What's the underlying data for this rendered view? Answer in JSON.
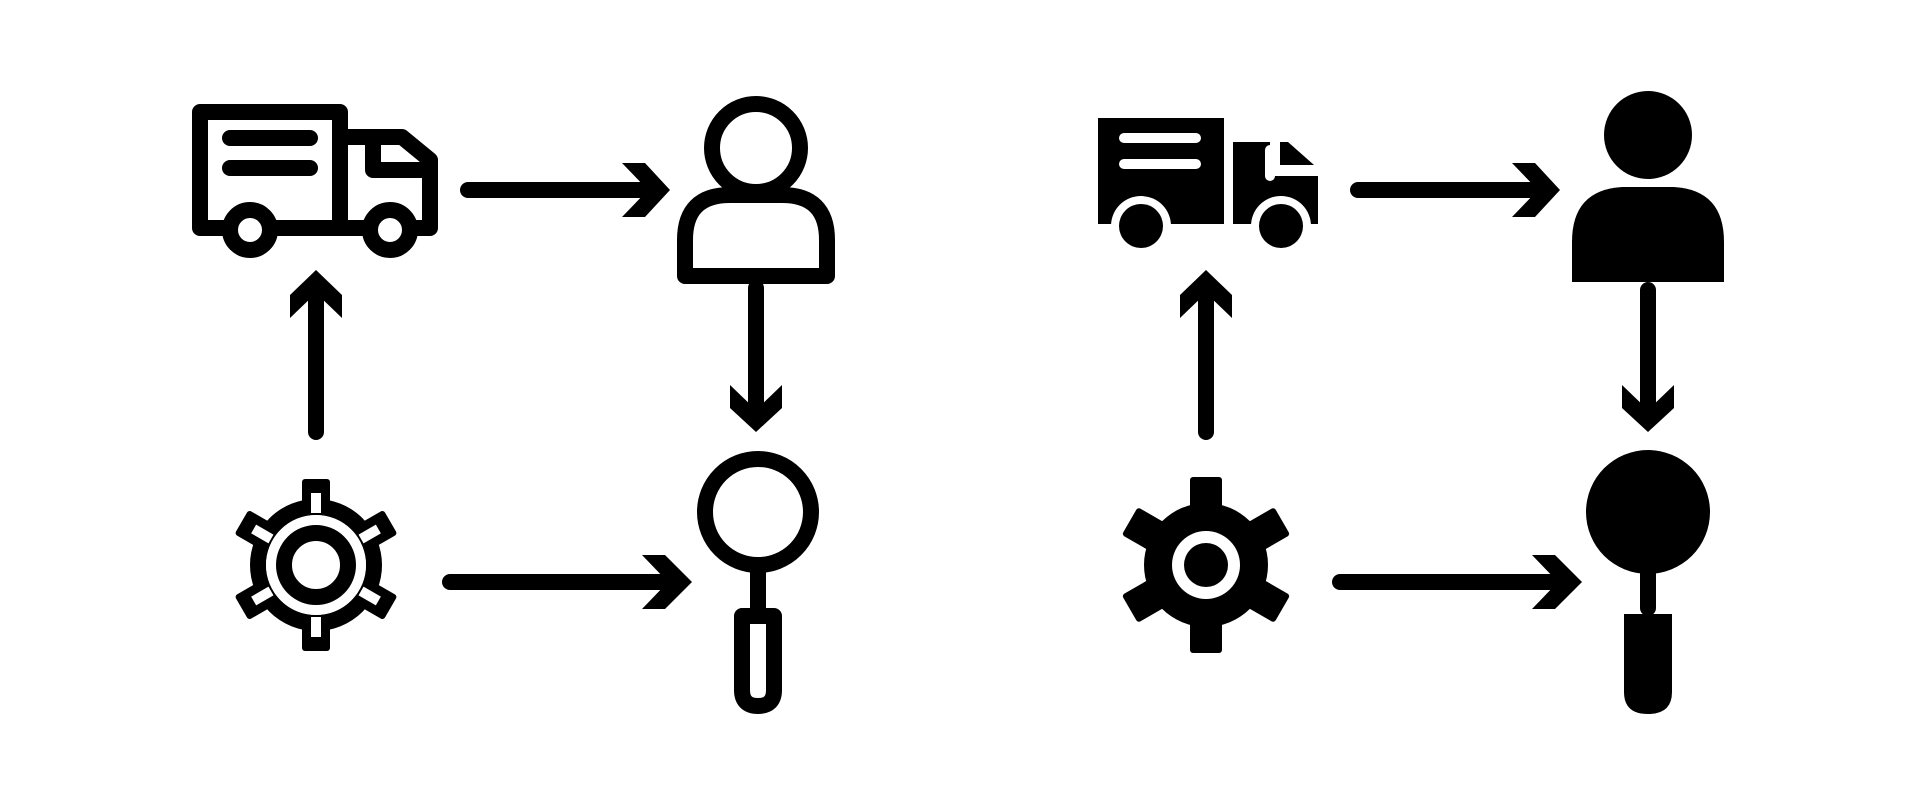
{
  "diagram": {
    "panels": [
      {
        "style": "outline",
        "nodes": [
          {
            "id": "truck",
            "icon": "delivery-truck-icon"
          },
          {
            "id": "user",
            "icon": "user-icon"
          },
          {
            "id": "search",
            "icon": "magnifier-icon"
          },
          {
            "id": "settings",
            "icon": "gear-icon"
          }
        ],
        "edges": [
          {
            "from": "truck",
            "to": "user"
          },
          {
            "from": "user",
            "to": "search"
          },
          {
            "from": "settings",
            "to": "search"
          },
          {
            "from": "settings",
            "to": "truck"
          }
        ]
      },
      {
        "style": "solid",
        "nodes": [
          {
            "id": "truck",
            "icon": "delivery-truck-icon"
          },
          {
            "id": "user",
            "icon": "user-icon"
          },
          {
            "id": "search",
            "icon": "magnifier-icon"
          },
          {
            "id": "settings",
            "icon": "gear-icon"
          }
        ],
        "edges": [
          {
            "from": "truck",
            "to": "user"
          },
          {
            "from": "user",
            "to": "search"
          },
          {
            "from": "settings",
            "to": "search"
          },
          {
            "from": "settings",
            "to": "truck"
          }
        ]
      }
    ],
    "colors": {
      "icon": "#000000",
      "background": "#ffffff"
    }
  }
}
